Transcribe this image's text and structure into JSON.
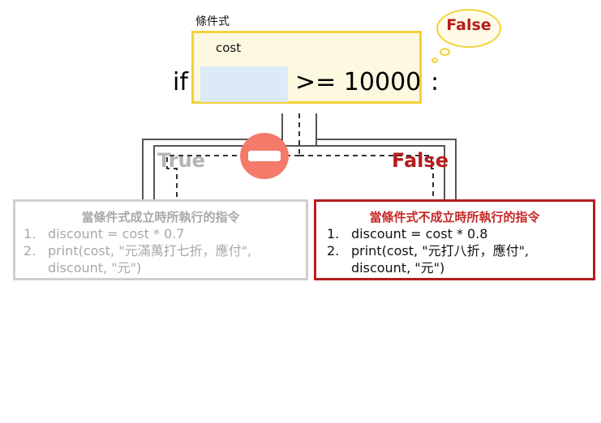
{
  "condition": {
    "label": "條件式",
    "variable": "cost",
    "keyword": "if",
    "operator_value": ">= 10000",
    "colon": ":"
  },
  "result_bubble": {
    "text": "False"
  },
  "branches": {
    "true_label": "True",
    "false_label": "False"
  },
  "true_block": {
    "title": "當條件式成立時所執行的指令",
    "steps": [
      {
        "num": "1.",
        "line1": "discount = cost * 0.7",
        "line2": ""
      },
      {
        "num": "2.",
        "line1": "print(cost, \"元滿萬打七折，應付\",",
        "line2": "discount, \"元\")"
      }
    ]
  },
  "false_block": {
    "title": "當條件式不成立時所執行的指令",
    "steps": [
      {
        "num": "1.",
        "line1": "discount = cost * 0.8",
        "line2": ""
      },
      {
        "num": "2.",
        "line1": "print(cost, \"元打八折，應付\",",
        "line2": "discount, \"元\")"
      }
    ]
  },
  "colors": {
    "condition_border": "#f2d23a",
    "condition_fill": "#fdf8e0",
    "slot_fill": "#dce9f6",
    "false_red": "#b71c1c",
    "true_gray": "#b3b3b3",
    "blocked_icon": "#f47a6a"
  },
  "icons": {
    "blocked_path": "minus-circle-icon"
  }
}
